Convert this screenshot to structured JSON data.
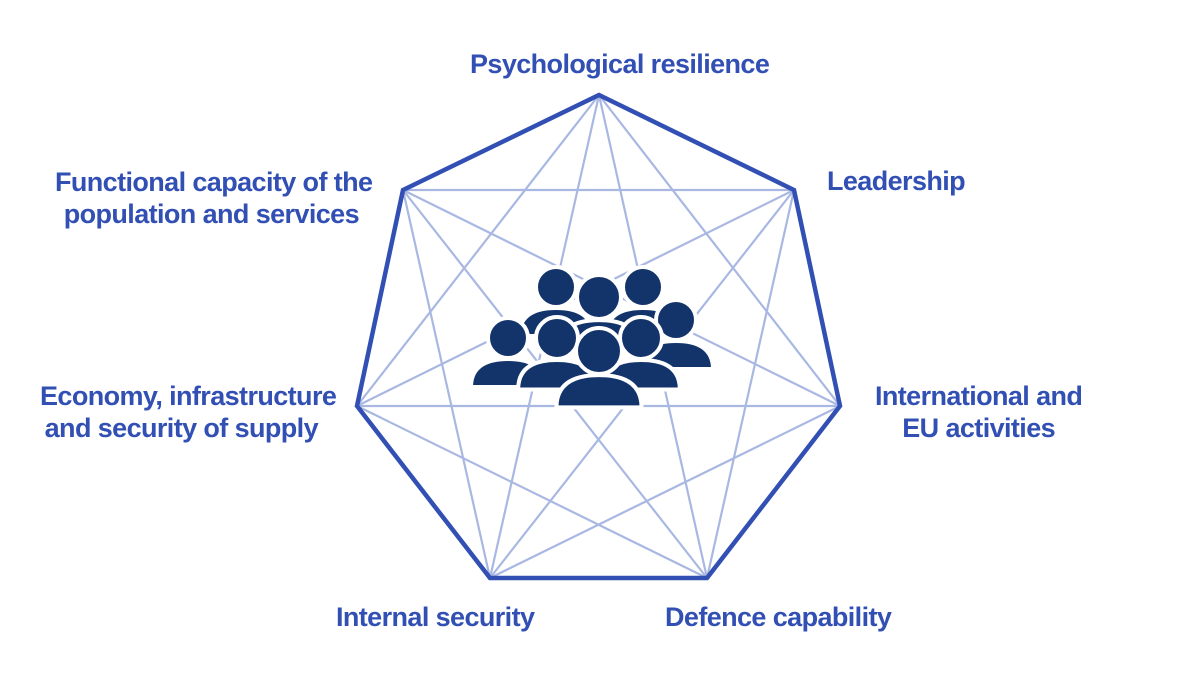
{
  "colors": {
    "accent": "#3250b4",
    "connector": "#a9b8e2",
    "icon": "#13336b"
  },
  "center_icon": "group-of-people-icon",
  "labels": {
    "psychological_resilience": "Psychological resilience",
    "leadership": "Leadership",
    "international": {
      "line1": "International and",
      "line2": "EU activities"
    },
    "defence_capability": "Defence capability",
    "internal_security": "Internal security",
    "economy": {
      "line1": "Economy, infrastructure",
      "line2": "and security of supply"
    },
    "functional_capacity": {
      "line1": "Functional capacity of the",
      "line2": "population and services"
    }
  }
}
